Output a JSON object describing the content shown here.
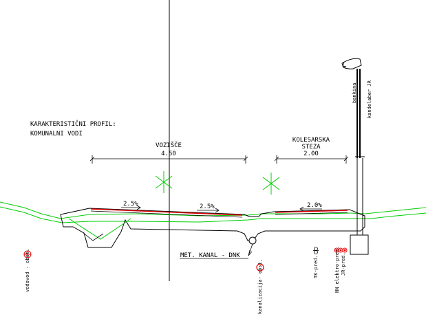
{
  "title": {
    "line1": "KARAKTERISTIČNI PROFIL:",
    "line2": "KOMUNALNI VODI"
  },
  "dimensions": {
    "carriageway": {
      "name": "VOZIŠČE",
      "width": "4.50"
    },
    "cycle_lane": {
      "name_line1": "KOLESARSKA",
      "name_line2": "STEZA",
      "width": "2.00"
    }
  },
  "slopes": {
    "left": "2.5%",
    "middle": "2.5%",
    "right": "2.0%"
  },
  "channel_label": "MET. KANAL - DNK",
  "utility_labels": {
    "vodovod": "vodovod - obst.",
    "kanalizacija": "kanalizacija- obst.",
    "tk": "TK-pred.",
    "nn_line1": "NN elektro-pred.",
    "nn_line2": "JR-pred."
  },
  "lamp_labels": {
    "bankina": "bankina",
    "kandelaber": "kandelaber JR"
  },
  "colors": {
    "ink": "#000000",
    "terrain": "#00cc00",
    "marker_green": "#00cc00",
    "surface_red": "#e00000",
    "utility_red": "#ee0000"
  }
}
